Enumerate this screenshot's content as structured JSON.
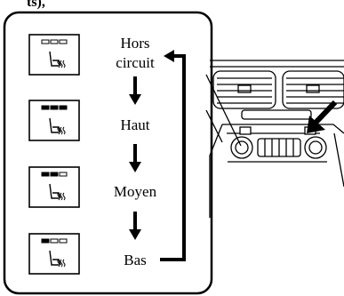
{
  "heading": "ts),",
  "levels": [
    {
      "label_line1": "Hors",
      "label_line2": "circuit",
      "lit_bars": 0
    },
    {
      "label_line1": "Haut",
      "label_line2": "",
      "lit_bars": 3
    },
    {
      "label_line1": "Moyen",
      "label_line2": "",
      "lit_bars": 2
    },
    {
      "label_line1": "Bas",
      "label_line2": "",
      "lit_bars": 1
    }
  ],
  "icons": {
    "switch": "seat-heater-switch-icon",
    "seat": "heated-seat-icon",
    "arrow": "down-arrow-icon",
    "pointer": "pointer-arrow-icon"
  },
  "colors": {
    "ink": "#000000",
    "background": "#ffffff"
  }
}
